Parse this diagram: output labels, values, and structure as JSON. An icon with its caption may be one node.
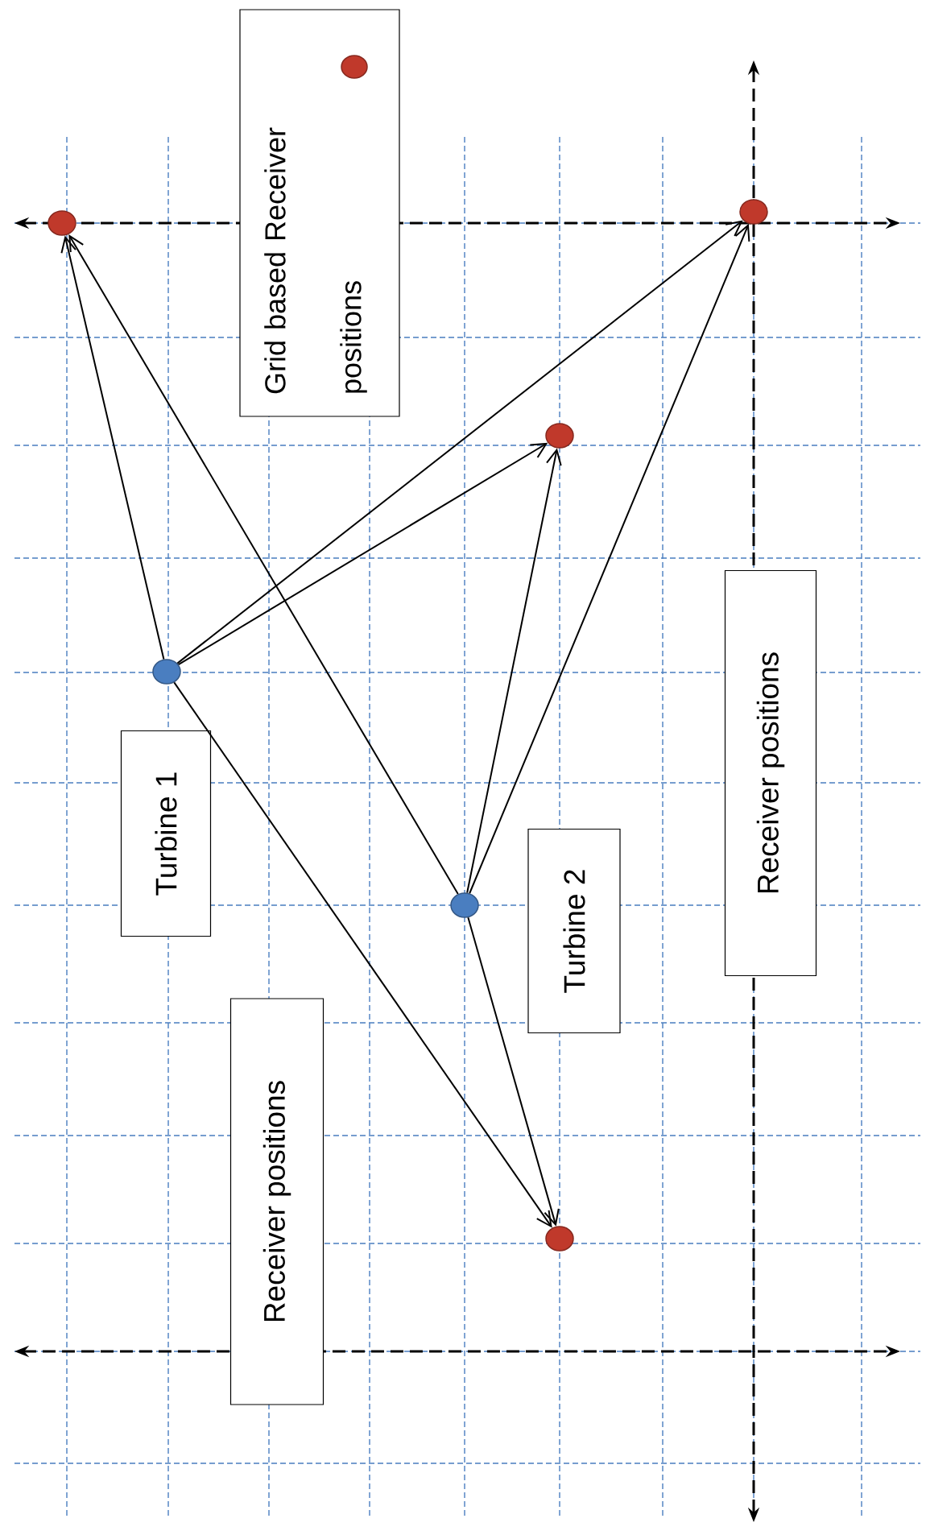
{
  "diagram": {
    "nodes": [
      {
        "text": [],
        "shape": "circle"
      },
      {
        "text": [],
        "shape": "circle"
      },
      {
        "text": [],
        "shape": "circle"
      },
      {
        "text": [],
        "shape": "circle"
      },
      {
        "text": [
          "Turbine 1"
        ]
      },
      {
        "text": [
          "Receiver positions"
        ]
      },
      {
        "text": [],
        "shape": "circle"
      },
      {
        "text": [
          "Turbine 2"
        ]
      },
      {
        "text": [
          "Receiver positions"
        ]
      },
      {
        "text": [],
        "shape": "circle"
      }
    ],
    "edges": [
      {
        "from": 3,
        "to": 0,
        "arrow": "to"
      },
      {
        "from": 3,
        "to": 1,
        "arrow": "to"
      },
      {
        "from": 3,
        "to": 2,
        "arrow": "to"
      },
      {
        "from": 3,
        "to": 9,
        "arrow": "to"
      },
      {
        "from": 6,
        "to": 0,
        "arrow": "to"
      },
      {
        "from": 6,
        "to": 1,
        "arrow": "to"
      },
      {
        "from": 6,
        "to": 2,
        "arrow": "to"
      },
      {
        "from": 6,
        "to": 9,
        "arrow": "to"
      }
    ],
    "legend": [
      {
        "text": "Grid based Receiver positions",
        "color": "#c0392b"
      }
    ]
  }
}
